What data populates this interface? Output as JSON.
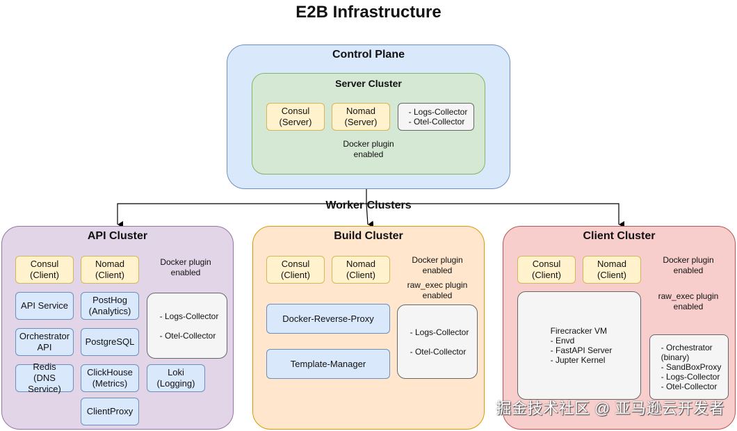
{
  "title": "E2B Infrastructure",
  "control_plane": {
    "label": "Control Plane",
    "server_cluster": {
      "label": "Server Cluster",
      "consul": "Consul\n(Server)",
      "nomad": "Nomad\n(Server)",
      "collectors": "- Logs-Collector\n- Otel-Collector",
      "docker_note": "Docker plugin\nenabled"
    }
  },
  "worker_clusters_label": "Worker Clusters",
  "api_cluster": {
    "label": "API Cluster",
    "consul": "Consul\n(Client)",
    "nomad": "Nomad\n(Client)",
    "docker_note": "Docker plugin\nenabled",
    "api_service": "API Service",
    "posthog": "PostHog\n(Analytics)",
    "collectors": "- Logs-Collector\n\n- Otel-Collector",
    "orchestrator_api": "Orchestrator\nAPI",
    "postgresql": "PostgreSQL",
    "redis": "Redis\n(DNS Service)",
    "clickhouse": "ClickHouse\n(Metrics)",
    "loki": "Loki\n(Logging)",
    "clientproxy": "ClientProxy"
  },
  "build_cluster": {
    "label": "Build Cluster",
    "consul": "Consul\n(Client)",
    "nomad": "Nomad\n(Client)",
    "docker_note": "Docker plugin\nenabled",
    "raw_exec_note": "raw_exec plugin\nenabled",
    "docker_reverse_proxy": "Docker-Reverse-Proxy",
    "template_manager": "Template-Manager",
    "collectors": "- Logs-Collector\n\n- Otel-Collector"
  },
  "client_cluster": {
    "label": "Client Cluster",
    "consul": "Consul\n(Client)",
    "nomad": "Nomad\n(Client)",
    "docker_note": "Docker plugin\nenabled",
    "raw_exec_note": "raw_exec plugin\nenabled",
    "firecracker": "Firecracker VM\n- Envd\n- FastAPI Server\n- Jupter Kernel",
    "services": "- Orchestrator\n(binary)\n- SandBoxProxy\n- Logs-Collector\n- Otel-Collector"
  },
  "watermark": "掘金技术社区 @ 亚马逊云开发者",
  "colors": {
    "control_plane_fill": "#dae8fc",
    "control_plane_stroke": "#6c8ebf",
    "server_cluster_fill": "#d5e8d4",
    "server_cluster_stroke": "#82b366",
    "api_cluster_fill": "#e1d5e7",
    "api_cluster_stroke": "#9673a6",
    "build_cluster_fill": "#ffe6cc",
    "build_cluster_stroke": "#d79b00",
    "client_cluster_fill": "#f8cecc",
    "client_cluster_stroke": "#b85450"
  }
}
